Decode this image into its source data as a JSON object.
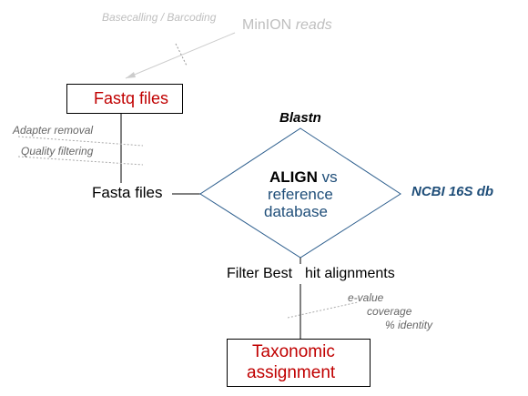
{
  "input": {
    "step_label": "Basecalling / Barcoding",
    "source_label_plain": "MinION",
    "source_label_italic": "reads"
  },
  "fastq": {
    "label": "Fastq files"
  },
  "preprocessing": {
    "step1": "Adapter removal",
    "step2": "Quality filtering"
  },
  "fasta": {
    "label": "Fasta files"
  },
  "tool": {
    "label": "Blastn"
  },
  "align": {
    "bold": "ALIGN",
    "line1_rest": " vs",
    "line2": "reference",
    "line3": "database"
  },
  "database": {
    "label": "NCBI 16S db"
  },
  "filter": {
    "part1": "Filter Best",
    "part2": "hit alignments"
  },
  "criteria": {
    "c1": "e-value",
    "c2": "coverage",
    "c3": "% identity"
  },
  "output": {
    "line1": "Taxonomic",
    "line2": "assignment"
  },
  "colors": {
    "red": "#c00000",
    "blue": "#1f4e79",
    "grey": "#666666",
    "faded": "#bfbfbf"
  }
}
